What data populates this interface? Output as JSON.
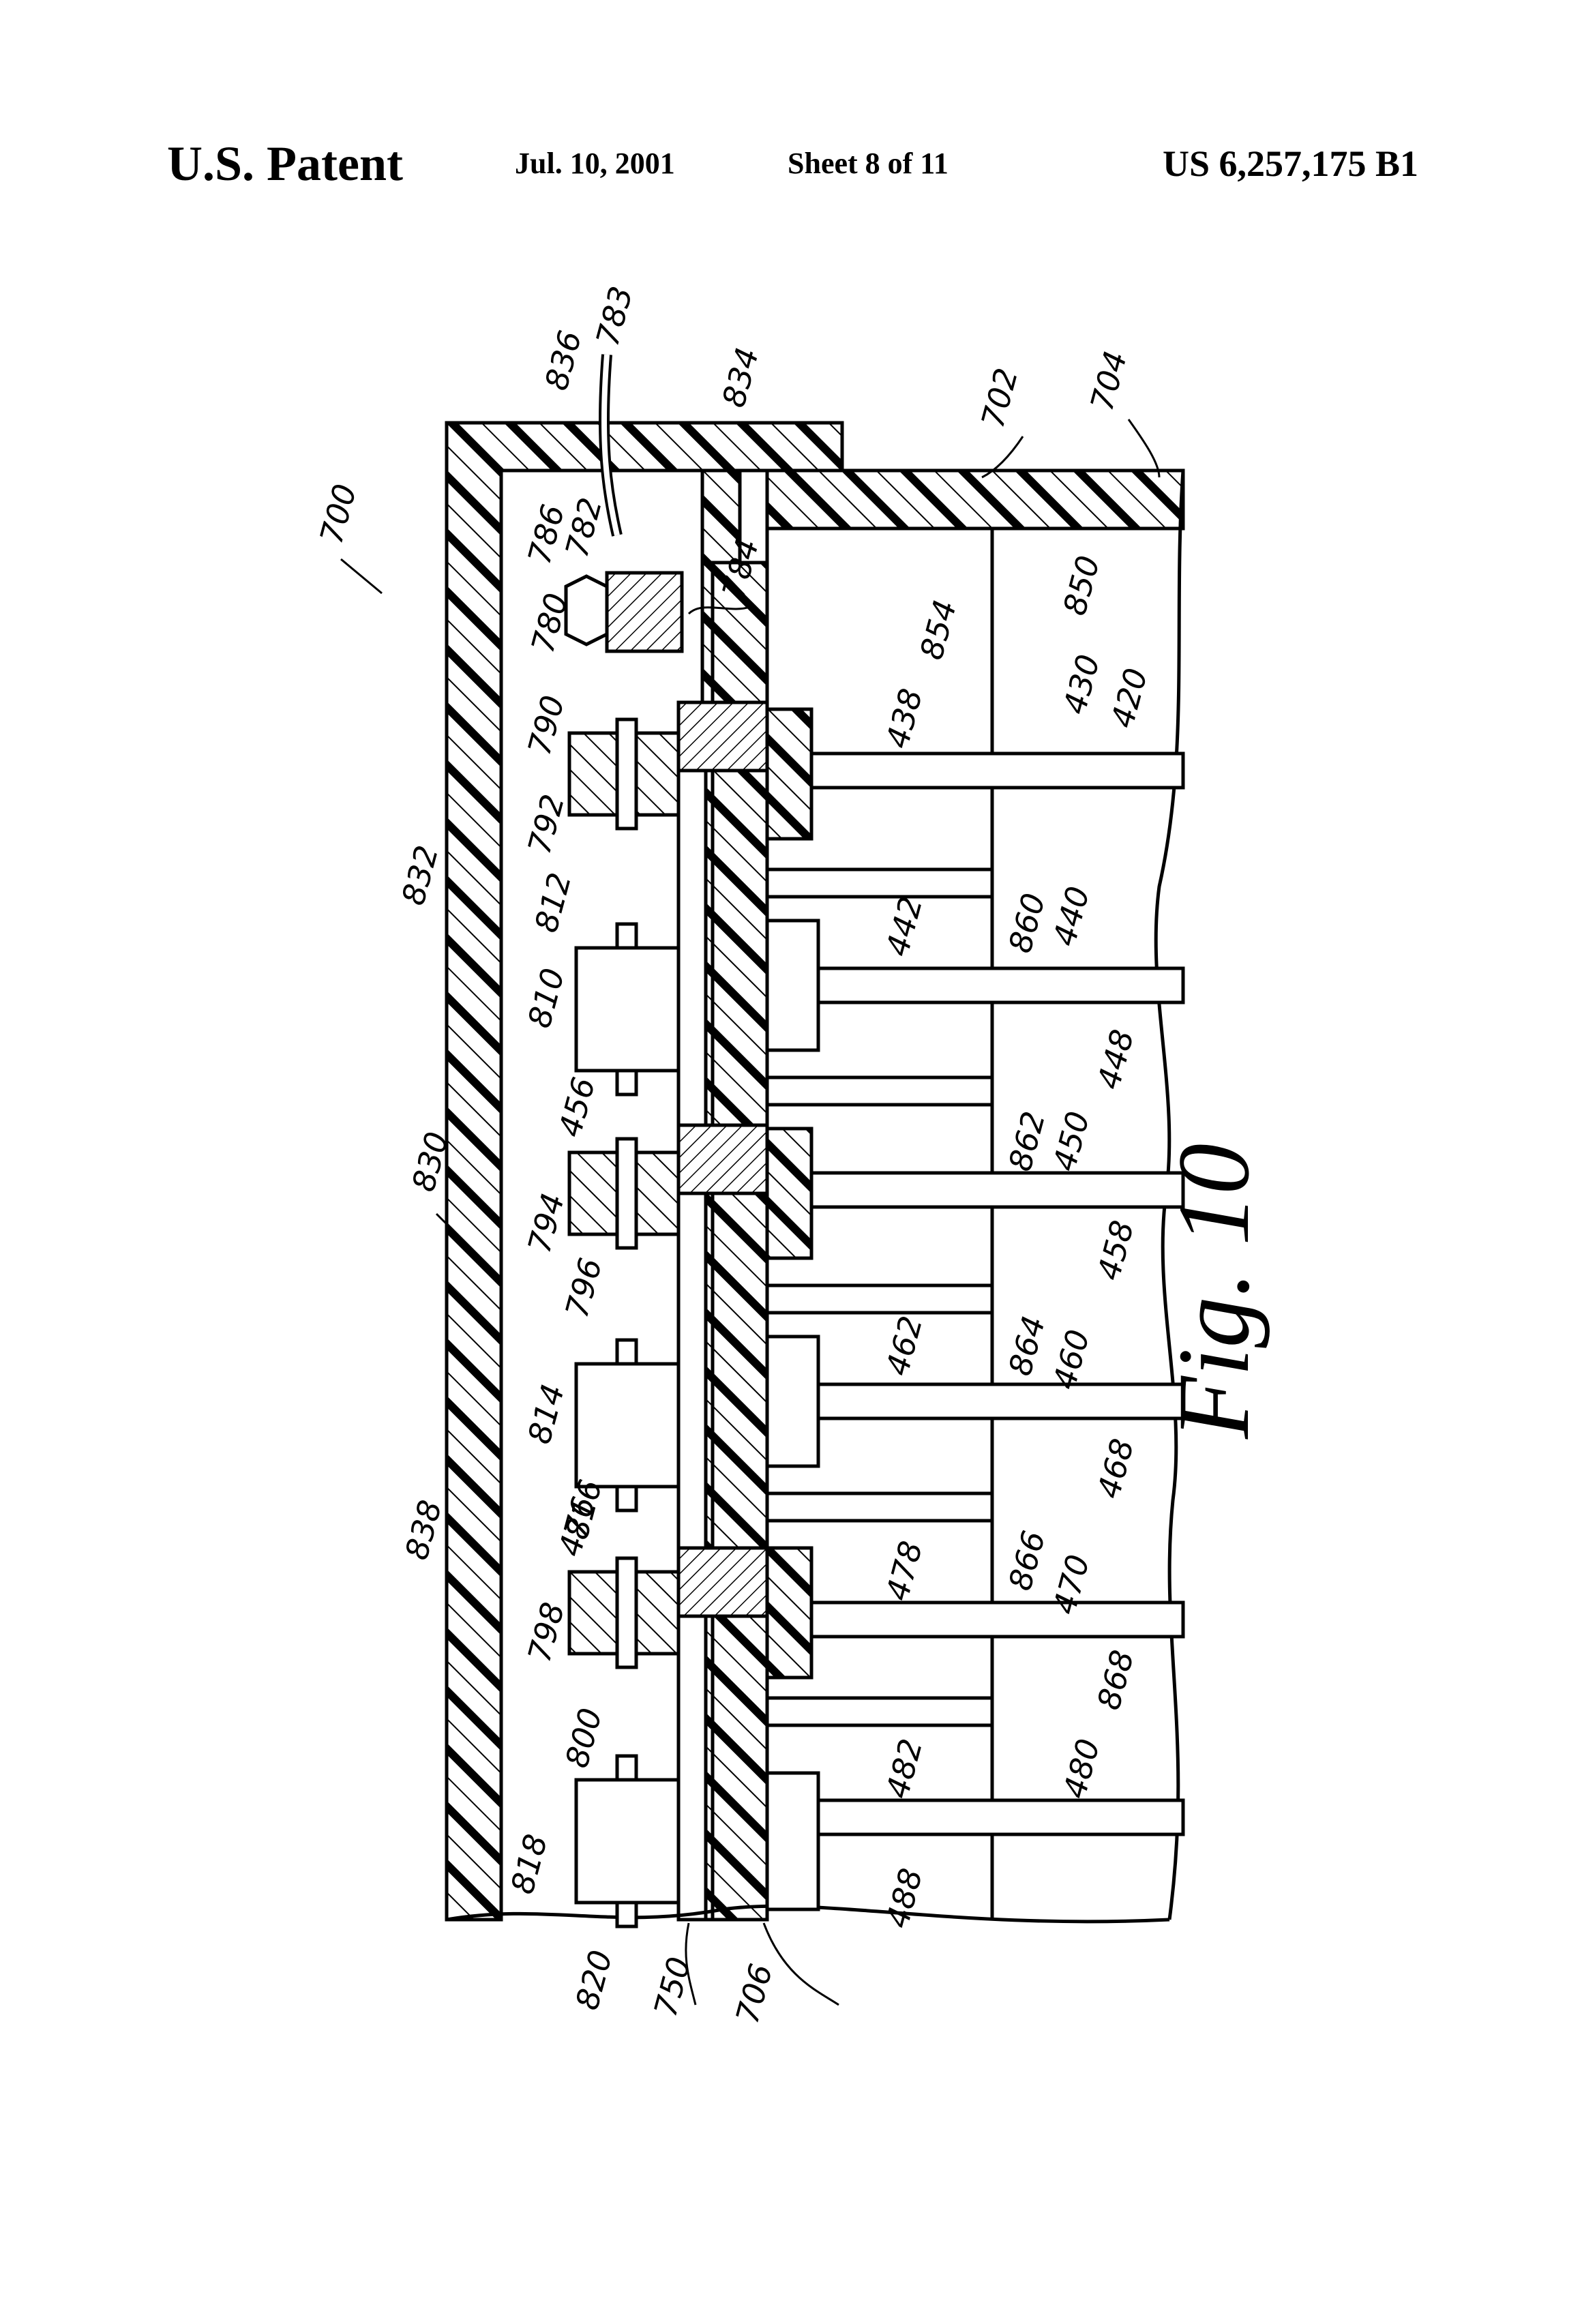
{
  "header": {
    "left": "U.S. Patent",
    "date": "Jul. 10, 2001",
    "sheet": "Sheet 8 of 11",
    "number": "US 6,257,175 B1"
  },
  "figure": {
    "caption": "Fig. 10",
    "reference_numerals": {
      "n700": "700",
      "n702": "702",
      "n704": "704",
      "n706": "706",
      "n750": "750",
      "n780": "780",
      "n782": "782",
      "n783": "783",
      "n784": "784",
      "n786": "786",
      "n790": "790",
      "n792": "792",
      "n794": "794",
      "n796": "796",
      "n798": "798",
      "n800": "800",
      "n810": "810",
      "n812": "812",
      "n814": "814",
      "n816": "816",
      "n818": "818",
      "n820": "820",
      "n830": "830",
      "n832": "832",
      "n834": "834",
      "n836": "836",
      "n838": "838",
      "n850": "850",
      "n854": "854",
      "n860": "860",
      "n862": "862",
      "n864": "864",
      "n866": "866",
      "n868": "868",
      "n420": "420",
      "n430": "430",
      "n438": "438",
      "n440": "440",
      "n442": "442",
      "n448": "448",
      "n450": "450",
      "n456": "456",
      "n458": "458",
      "n460": "460",
      "n462": "462",
      "n468": "468",
      "n470": "470",
      "n476": "476",
      "n478": "478",
      "n480": "480",
      "n482": "482",
      "n488": "488"
    }
  }
}
